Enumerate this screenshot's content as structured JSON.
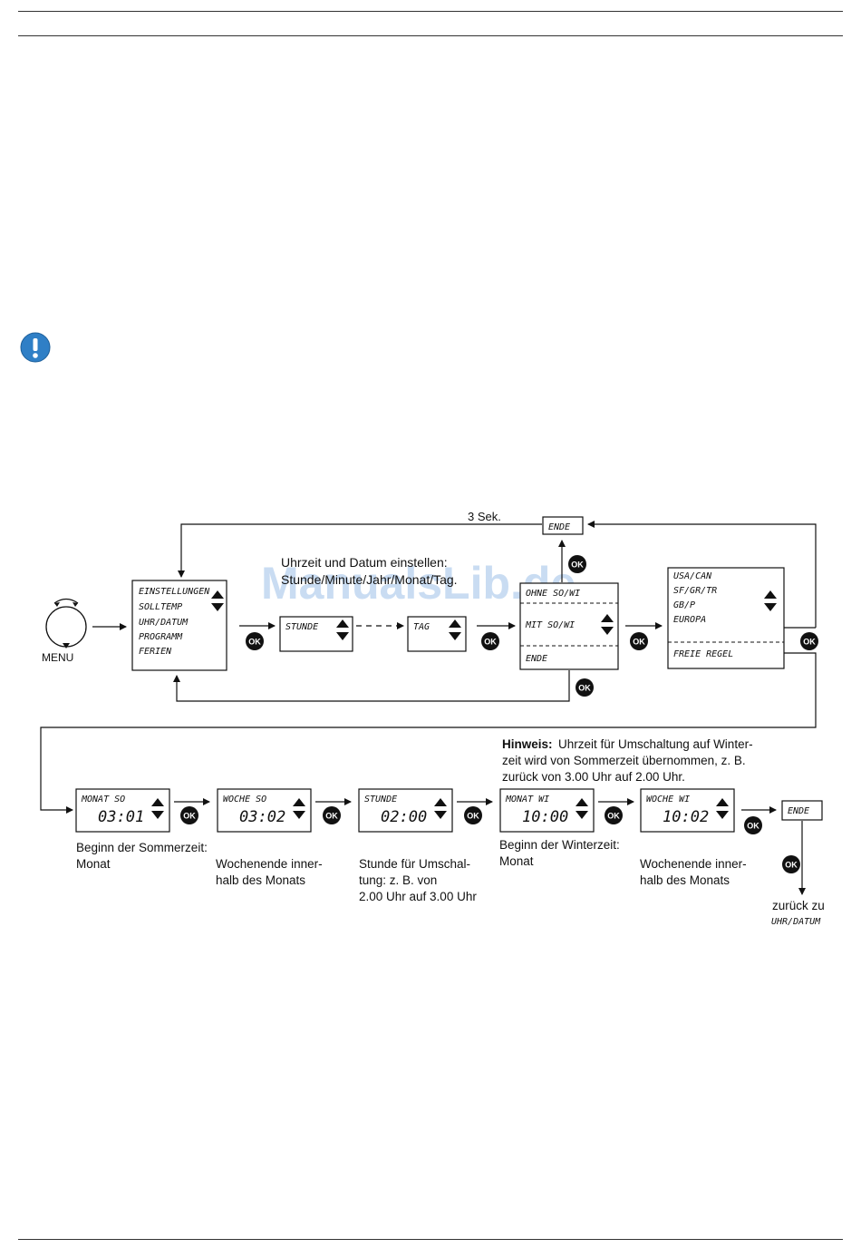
{
  "watermark": "ManualsLib.de",
  "menu_label": "MENU",
  "timer_label": "3 Sek.",
  "ok_label": "OK",
  "main_menu": {
    "items": [
      "EINSTELLUNGEN",
      "SOLLTEMP",
      "UHR/DATUM",
      "PROGRAMM",
      "FERIEN"
    ]
  },
  "datetime_heading": [
    "Uhrzeit und Datum einstellen:",
    "Stunde/Minute/Jahr/Monat/Tag."
  ],
  "stunde_display": "STUNDE",
  "tag_display": "TAG",
  "dst_menu": {
    "items": [
      "OHNE SO/WI",
      "MIT SO/WI",
      "ENDE"
    ]
  },
  "region_menu": {
    "items": [
      "USA/CAN",
      "SF/GR/TR",
      "GB/P",
      "EUROPA",
      "FREIE REGEL"
    ]
  },
  "ende_top": "ENDE",
  "ende_bottom": "ENDE",
  "screens": [
    {
      "label": "MONAT SO",
      "value": "03:01",
      "caption": [
        "Beginn der Sommerzeit:",
        "Monat"
      ]
    },
    {
      "label": "WOCHE SO",
      "value": "03:02",
      "caption": [
        "Wochenende inner-",
        "halb des Monats"
      ]
    },
    {
      "label": "STUNDE",
      "value": "02:00",
      "caption": [
        "Stunde für Umschal-",
        "tung: z. B. von",
        "2.00 Uhr auf 3.00 Uhr"
      ]
    },
    {
      "label": "MONAT WI",
      "value": "10:00",
      "caption": [
        "Beginn der Winterzeit:",
        "Monat"
      ]
    },
    {
      "label": "WOCHE WI",
      "value": "10:02",
      "caption": [
        "Wochenende inner-",
        "halb des Monats"
      ]
    }
  ],
  "hinweis": {
    "bold": "Hinweis:",
    "lines": [
      "Uhrzeit für Umschaltung auf Winter-",
      "zeit wird von Sommerzeit übernommen, z. B.",
      "zurück von 3.00 Uhr auf 2.00 Uhr."
    ]
  },
  "return_note": [
    "zurück zu",
    "UHR/DATUM"
  ],
  "colors": {
    "info_icon": "#2f7fc6",
    "watermark": "#9dc0e8"
  }
}
